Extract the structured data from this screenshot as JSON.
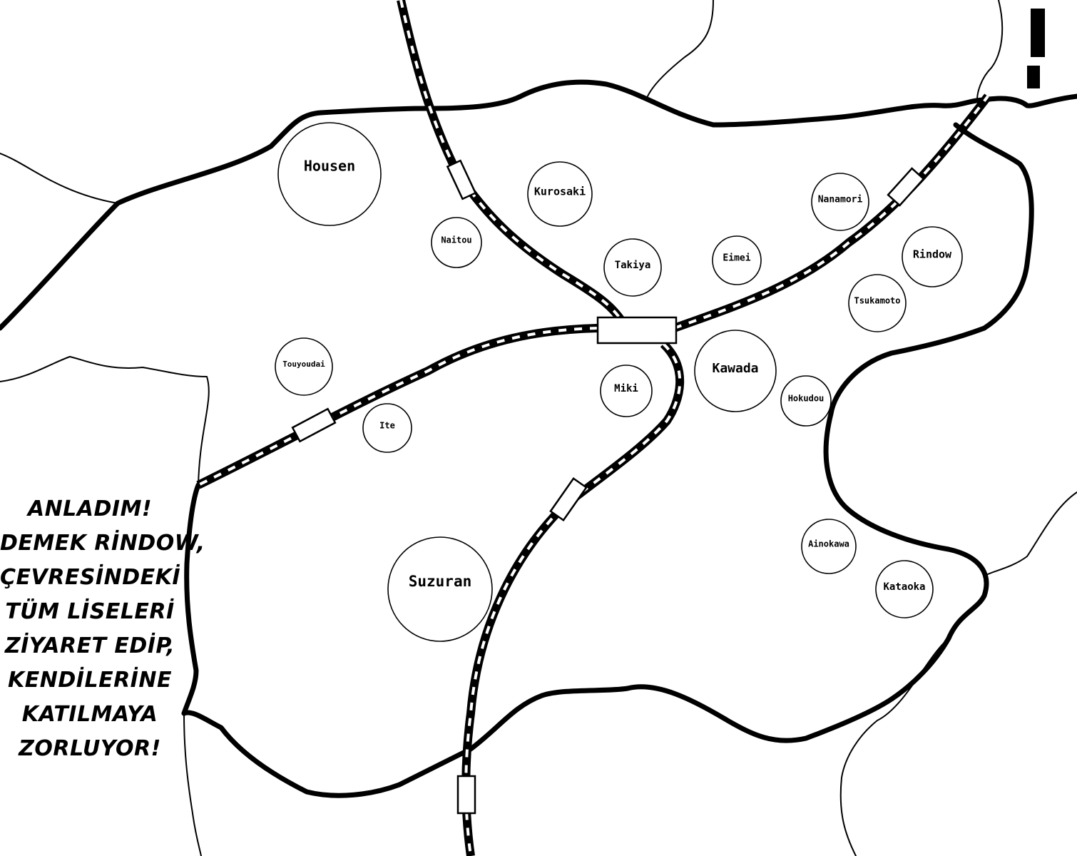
{
  "speech_bubble": {
    "lines": [
      "ANLADIM!",
      "DEMEK RİNDOW,",
      "ÇEVRESİNDEKİ",
      "TÜM LİSELERİ",
      "ZİYARET EDİP,",
      "KENDİLERİNE",
      "KATILMAYA",
      "ZORLUYOR!"
    ]
  },
  "exclamation_mark": "!",
  "schools": [
    {
      "label": "Housen"
    },
    {
      "label": "Kurosaki"
    },
    {
      "label": "Naitou"
    },
    {
      "label": "Takiya"
    },
    {
      "label": "Eimei"
    },
    {
      "label": "Nanamori"
    },
    {
      "label": "Rindow"
    },
    {
      "label": "Tsukamoto"
    },
    {
      "label": "Touyoudai"
    },
    {
      "label": "Ite"
    },
    {
      "label": "Miki"
    },
    {
      "label": "Kawada"
    },
    {
      "label": "Hokudou"
    },
    {
      "label": "Suzuran"
    },
    {
      "label": "Ainokawa"
    },
    {
      "label": "Kataoka"
    }
  ]
}
